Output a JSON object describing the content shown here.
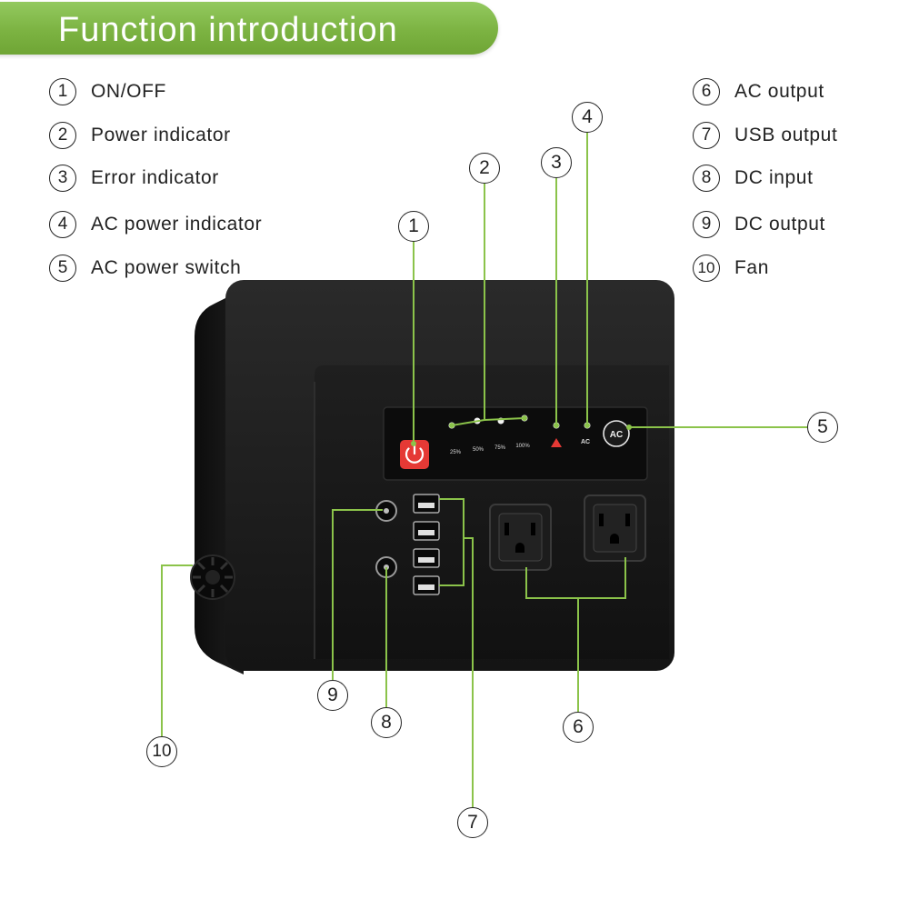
{
  "banner": {
    "title": "Function introduction"
  },
  "legend": [
    {
      "num": "1",
      "label": "ON/OFF"
    },
    {
      "num": "2",
      "label": "Power indicator"
    },
    {
      "num": "3",
      "label": "Error indicator"
    },
    {
      "num": "4",
      "label": "AC power indicator"
    },
    {
      "num": "5",
      "label": "AC power switch"
    },
    {
      "num": "6",
      "label": "AC output"
    },
    {
      "num": "7",
      "label": "USB output"
    },
    {
      "num": "8",
      "label": "DC input"
    },
    {
      "num": "9",
      "label": "DC output"
    },
    {
      "num": "10",
      "label": "Fan"
    }
  ],
  "callouts": [
    "1",
    "2",
    "3",
    "4",
    "5",
    "6",
    "7",
    "8",
    "9",
    "10"
  ],
  "indicators": {
    "levels": [
      "25%",
      "50%",
      "75%",
      "100%"
    ],
    "ac_label": "AC",
    "switch_label": "AC"
  },
  "colors": {
    "accent_green": "#7cb342",
    "leader_line": "#8bc34a",
    "device_body": "#161616",
    "power_button": "#e53935",
    "error_icon": "#e53935"
  },
  "icons": {
    "power_button": "power-icon",
    "error_indicator": "warning-triangle-icon"
  }
}
